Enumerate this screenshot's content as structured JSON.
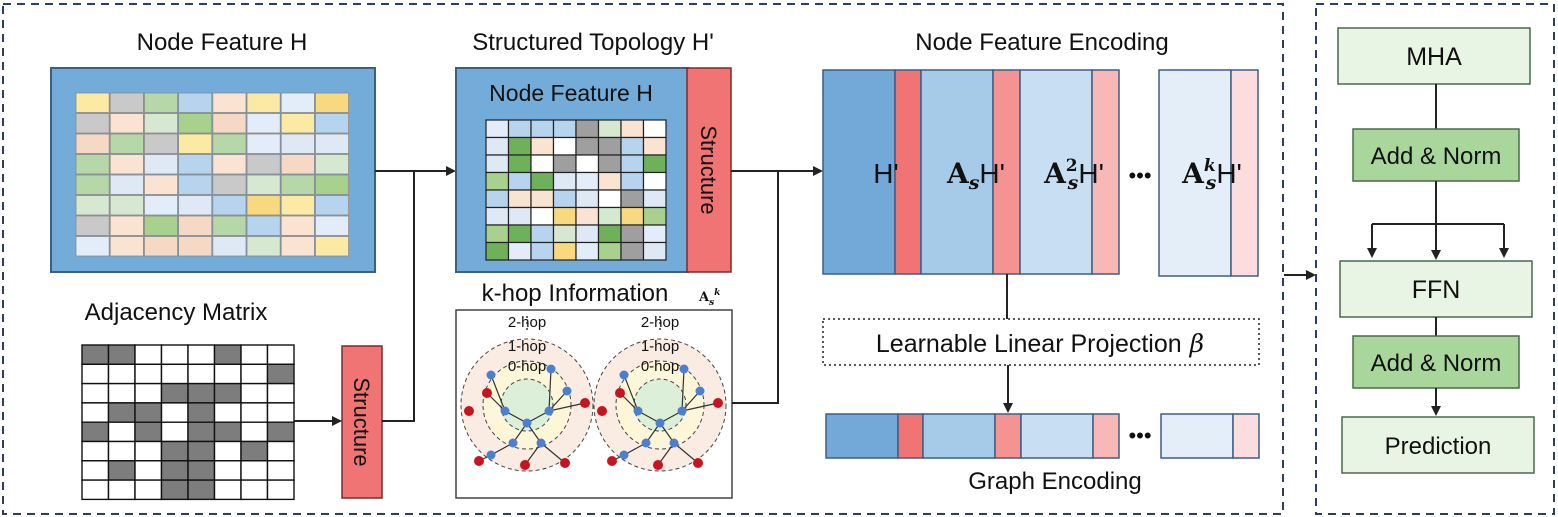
{
  "titles": {
    "node_feature": "Node Feature H",
    "structured_topology": "Structured Topology H'",
    "node_feature_encoding": "Node Feature Encoding",
    "adjacency_matrix": "Adjacency Matrix",
    "khop_information": "k-hop Information"
  },
  "inner": {
    "node_feature": "Node Feature H",
    "structure": "Structure"
  },
  "structure_box": "Structure",
  "hop_labels": {
    "two": "2-hop",
    "one": "1-hop",
    "zero": "0-hop"
  },
  "encoding_blocks": {
    "h": "H'",
    "a_main": "A",
    "a_sub": "s",
    "a2_sup": "2",
    "ak_sup": "k",
    "h_suffix": "H'",
    "dots": "•••",
    "khop_symbol_main": "A",
    "khop_symbol_sub": "s",
    "khop_symbol_sup": "k"
  },
  "projection": {
    "label": "Learnable Linear Projection",
    "symbol": "β"
  },
  "graph_encoding": "Graph Encoding",
  "graph_dots": "•••",
  "transformer": {
    "mha": "MHA",
    "add_norm_1": "Add & Norm",
    "ffn": "FFN",
    "add_norm_2": "Add & Norm",
    "prediction": "Prediction"
  },
  "colors": {
    "blue_frame": "#6aa6d6",
    "structure_red": "#f07474",
    "module_green": "#e8f4e4",
    "addnorm_green": "#a9d79b",
    "dashed_border": "#2d3e66",
    "node_blue": "#4c7fcf",
    "node_red": "#c8141e"
  }
}
